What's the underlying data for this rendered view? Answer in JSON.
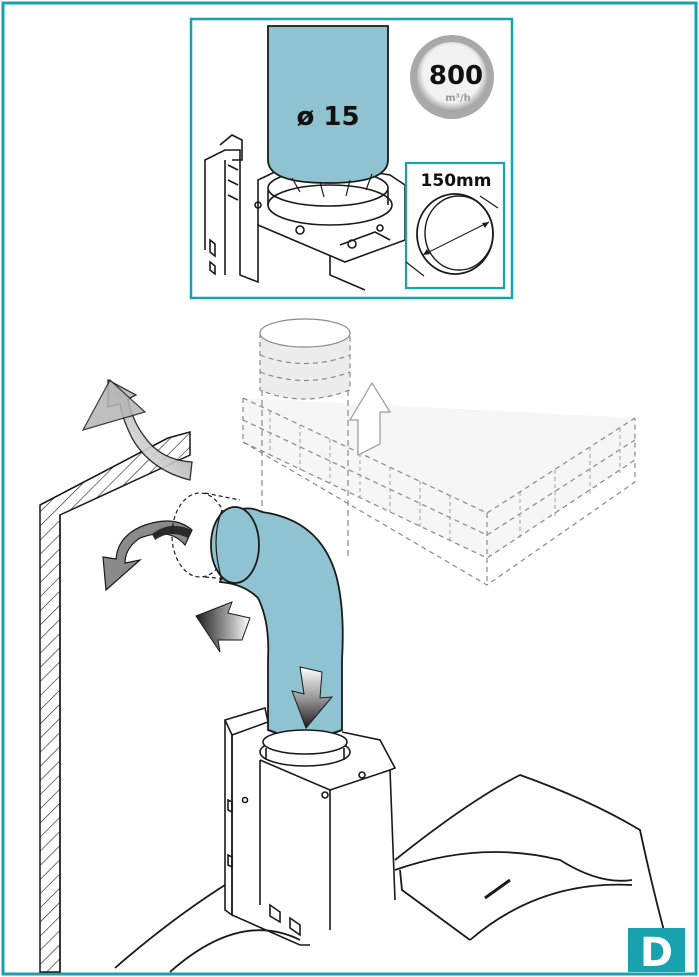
{
  "diameter_label": "ø 15",
  "airflow": {
    "value": "800",
    "unit": "m³/h"
  },
  "duct_size_label": "150mm",
  "step_letter": "D",
  "colors": {
    "frame": "#17a2ad",
    "duct_fill": "#8fc3d2",
    "step_badge": "#17a2ad",
    "line": "#1a1a1a",
    "ghost_line": "#8a8a8a",
    "ghost_fill": "#e9e9e9"
  }
}
